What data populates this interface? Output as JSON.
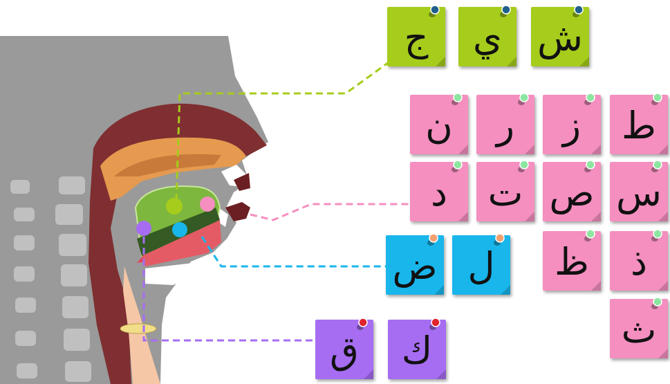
{
  "colors": {
    "green": "#a6cc1c",
    "pink": "#f48fbf",
    "blue": "#19b6ec",
    "purple": "#a66df2",
    "pin_green": "#1f5f8a",
    "pin_pink": "#8de6a0",
    "pin_blue": "#f2a070",
    "pin_purple": "#e0242f"
  },
  "groups": {
    "green": [
      "ج",
      "ي",
      "ش"
    ],
    "pink_row1": [
      "ن",
      "ر",
      "ز",
      "ط"
    ],
    "pink_row2": [
      "د",
      "ت",
      "ص",
      "س"
    ],
    "pink_row3": [
      "ظ",
      "ذ"
    ],
    "pink_row4": [
      "ث"
    ],
    "blue": [
      "ض",
      "ل"
    ],
    "purple": [
      "ق",
      "ك"
    ]
  },
  "icons": {
    "pin": "pushpin-icon"
  }
}
